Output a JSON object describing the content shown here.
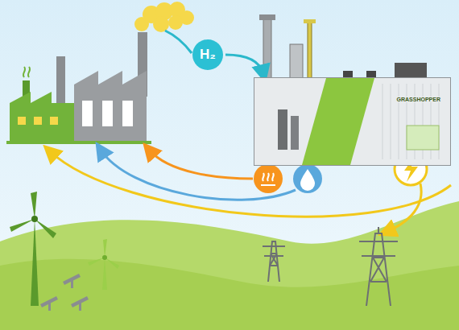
{
  "diagram": {
    "nodes": [
      {
        "text": [
          "H₂"
        ]
      },
      {
        "text": [
          "GRASSHOPPER"
        ]
      }
    ],
    "edges": [
      {
        "from": 0,
        "to": 1,
        "arrow": "to"
      }
    ]
  }
}
